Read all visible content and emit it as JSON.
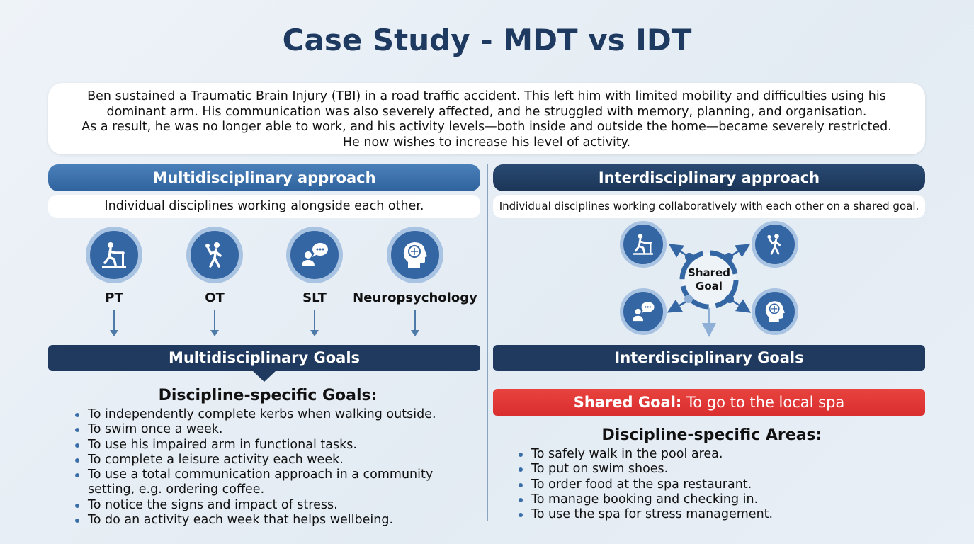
{
  "title": "Case Study - MDT vs IDT",
  "intro": [
    "Ben sustained a Traumatic Brain Injury (TBI) in a road traffic accident. This left him with limited mobility and difficulties using his",
    "dominant arm. His communication was also severely affected, and he struggled with memory, planning, and organisation.",
    "As a result, he was no longer able to work, and his activity levels—both inside and outside the home—became severely restricted.",
    "He now wishes to increase his level of activity."
  ],
  "left": {
    "header": "Multidisciplinary approach",
    "subtitle": "Individual disciplines working alongside each other.",
    "disciplines": [
      "PT",
      "OT",
      "SLT",
      "Neuropsychology"
    ],
    "goals_banner": "Multidisciplinary Goals",
    "goals_title": "Discipline-specific Goals:",
    "goals": [
      "To independently complete kerbs when walking outside.",
      "To swim once a week.",
      "To use his impaired arm in functional tasks.",
      "To complete a leisure activity each week.",
      "To use a total communication approach in a community",
      "setting, e.g. ordering coffee.",
      "To notice the signs and impact of stress.",
      "To do an activity each week that helps wellbeing."
    ]
  },
  "right": {
    "header": "Interdisciplinary approach",
    "subtitle": "Individual disciplines working collaboratively with each other on a shared goal.",
    "center_label_1": "Shared",
    "center_label_2": "Goal",
    "goals_banner": "Interdisciplinary Goals",
    "shared_goal_label": "Shared Goal:",
    "shared_goal_text": " To go to the local spa",
    "areas_title": "Discipline-specific Areas:",
    "areas": [
      "To safely walk in the pool area.",
      "To put on swim shoes.",
      "To order food at the spa restaurant.",
      "To manage booking and checking in.",
      "To use the spa for stress management."
    ]
  },
  "colors": {
    "title": "#1f3a60",
    "mdt_header": "#3a6ea8",
    "idt_header": "#1f3a5e",
    "shared_goal": "#e03a3a",
    "icon": "#3566a4"
  }
}
